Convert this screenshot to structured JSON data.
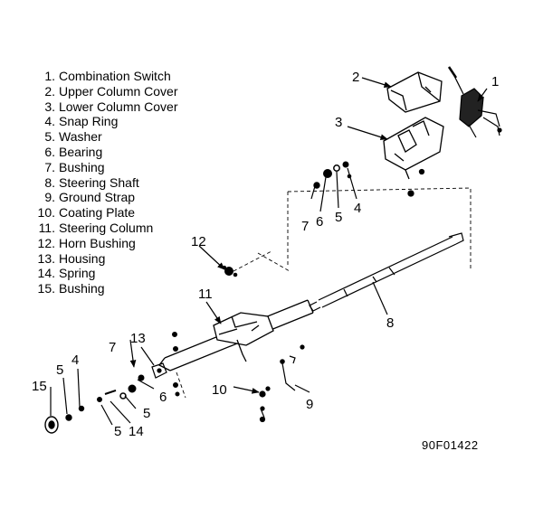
{
  "legend": [
    {
      "num": "1.",
      "label": "Combination Switch"
    },
    {
      "num": "2.",
      "label": "Upper Column Cover"
    },
    {
      "num": "3.",
      "label": "Lower Column Cover"
    },
    {
      "num": "4.",
      "label": "Snap Ring"
    },
    {
      "num": "5.",
      "label": "Washer"
    },
    {
      "num": "6.",
      "label": "Bearing"
    },
    {
      "num": "7.",
      "label": "Bushing"
    },
    {
      "num": "8.",
      "label": "Steering Shaft"
    },
    {
      "num": "9.",
      "label": "Ground Strap"
    },
    {
      "num": "10.",
      "label": "Coating Plate"
    },
    {
      "num": "11.",
      "label": "Steering Column"
    },
    {
      "num": "12.",
      "label": "Horn Bushing"
    },
    {
      "num": "13.",
      "label": "Housing"
    },
    {
      "num": "14.",
      "label": "Spring"
    },
    {
      "num": "15.",
      "label": "Bushing"
    }
  ],
  "callouts": {
    "c1": "1",
    "c2": "2",
    "c3": "3",
    "c4_top": "4",
    "c5_top": "5",
    "c6_top": "6",
    "c7_top": "7",
    "c8": "8",
    "c9": "9",
    "c10": "10",
    "c11": "11",
    "c12": "12",
    "c13": "13",
    "c7_low": "7",
    "c6_low": "6",
    "c5_mid": "5",
    "c14": "14",
    "c5_low": "5",
    "c15": "15",
    "c5_left": "5",
    "c4_left": "4"
  },
  "figure_code": "90F01422"
}
